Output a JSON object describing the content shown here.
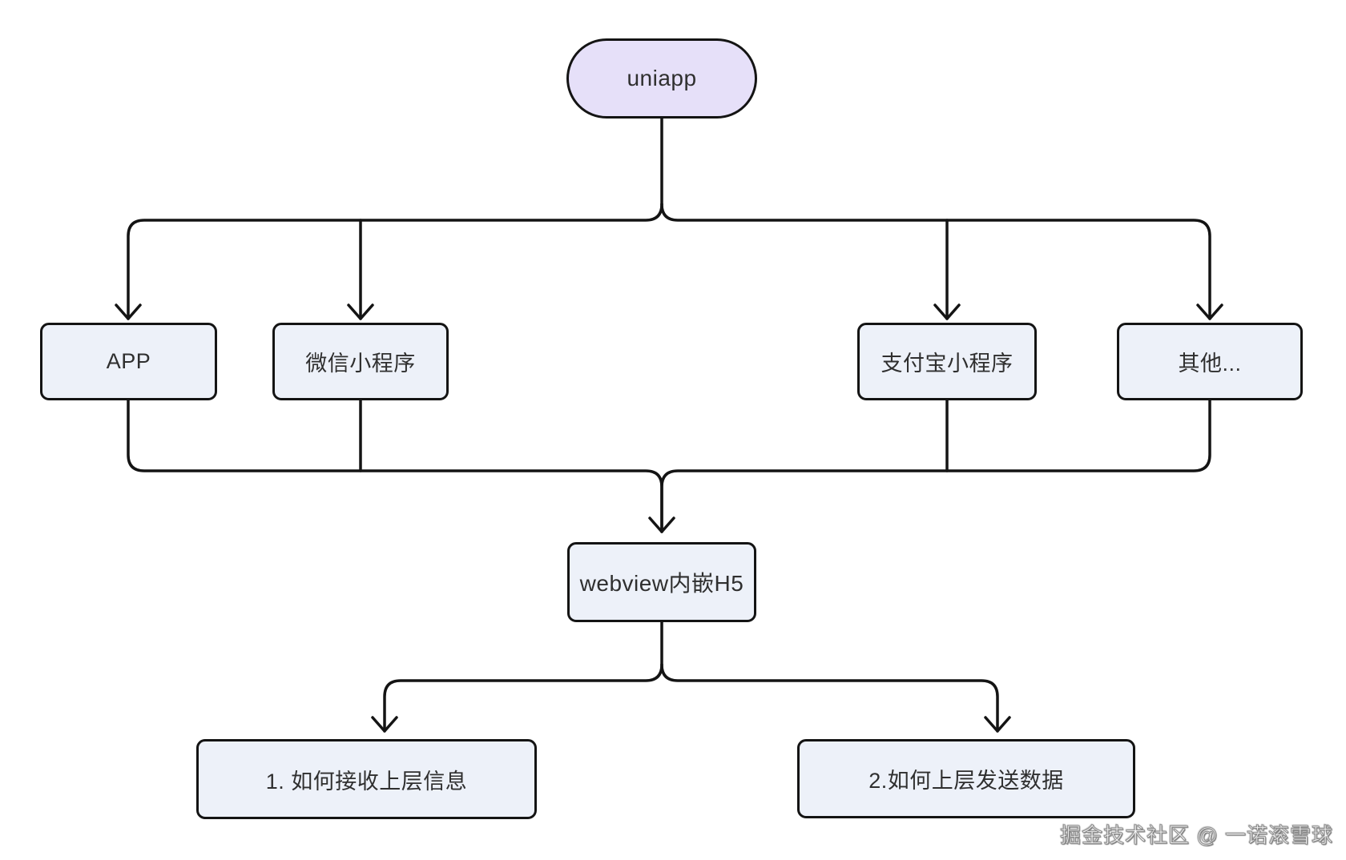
{
  "diagram": {
    "type": "flowchart",
    "nodes": {
      "root": {
        "label": "uniapp"
      },
      "platforms": [
        {
          "label": "APP"
        },
        {
          "label": "微信小程序"
        },
        {
          "label": "支付宝小程序"
        },
        {
          "label": "其他..."
        }
      ],
      "webview": {
        "label": "webview内嵌H5"
      },
      "questions": [
        {
          "label": "1. 如何接收上层信息"
        },
        {
          "label": "2.如何上层发送数据"
        }
      ]
    },
    "edges": [
      {
        "from": "uniapp",
        "to": "APP"
      },
      {
        "from": "uniapp",
        "to": "微信小程序"
      },
      {
        "from": "uniapp",
        "to": "支付宝小程序"
      },
      {
        "from": "uniapp",
        "to": "其他..."
      },
      {
        "from": "APP",
        "to": "webview内嵌H5"
      },
      {
        "from": "微信小程序",
        "to": "webview内嵌H5"
      },
      {
        "from": "支付宝小程序",
        "to": "webview内嵌H5"
      },
      {
        "from": "其他...",
        "to": "webview内嵌H5"
      },
      {
        "from": "webview内嵌H5",
        "to": "1. 如何接收上层信息"
      },
      {
        "from": "webview内嵌H5",
        "to": "2.如何上层发送数据"
      }
    ],
    "colors": {
      "root_fill": "#e6e0f9",
      "node_fill": "#edf1f9",
      "stroke": "#141414",
      "text": "#2f2f2f"
    }
  },
  "watermark": {
    "text": "掘金技术社区 @ 一诺滚雪球"
  }
}
